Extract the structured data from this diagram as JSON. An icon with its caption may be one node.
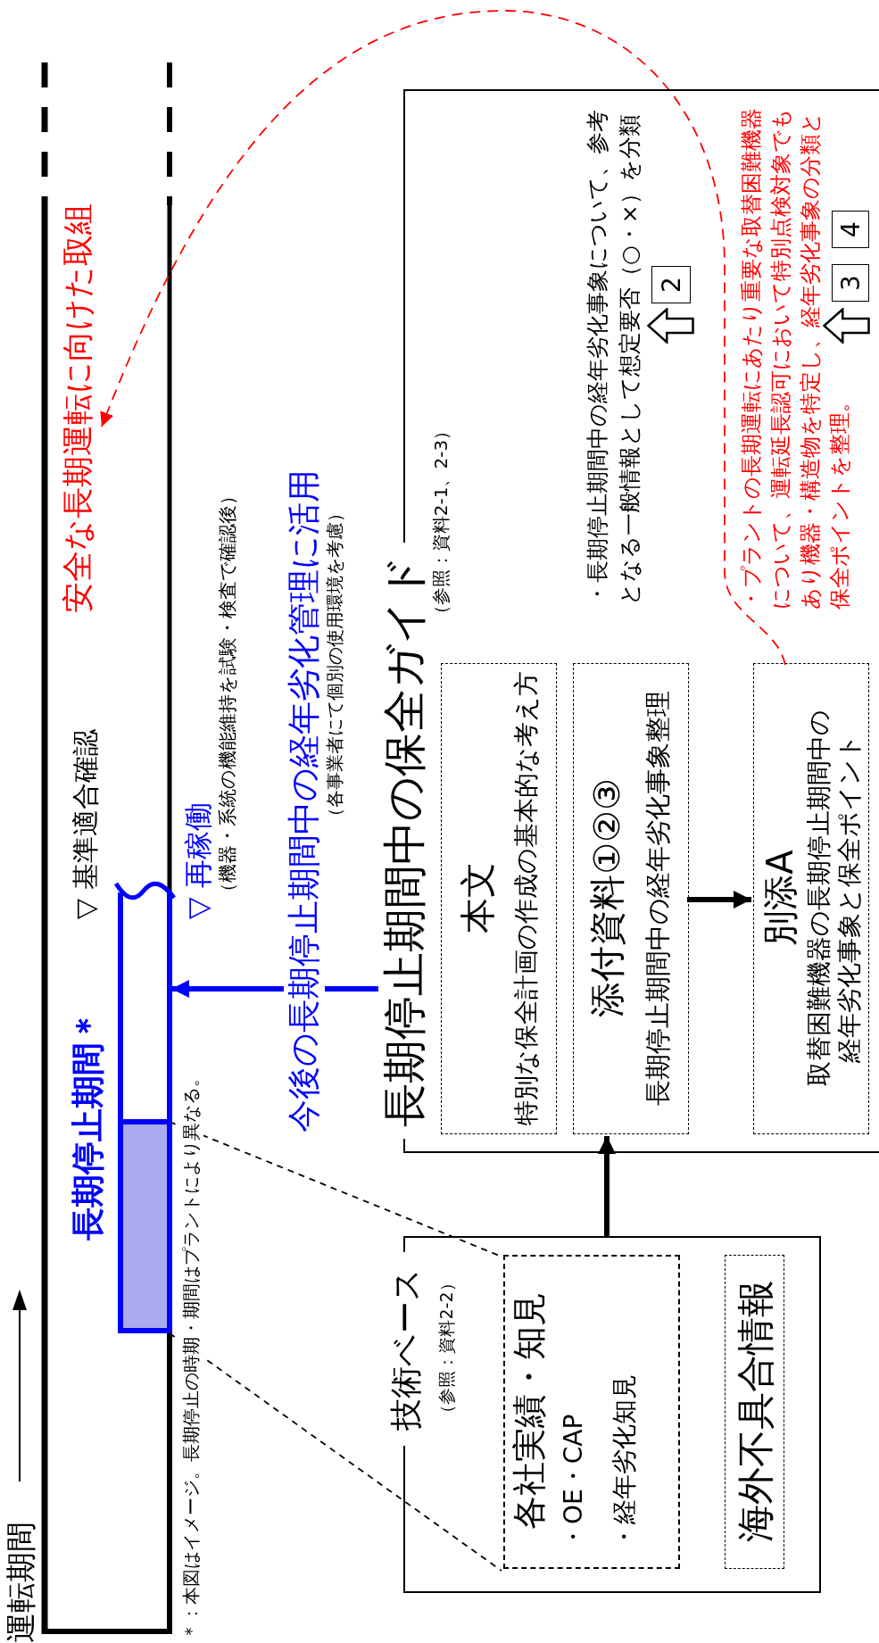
{
  "diagram": {
    "nodes": [
      {
        "text": [
          "安全な長期運転に向けた取組"
        ]
      },
      {
        "text": [],
        "shape": "bar",
        "beside": [
          "長期停止期間＊"
        ]
      },
      {
        "text": [
          "長期停止期間中の保全ガイド",
          "（参照：資料2-1、2-3）"
        ]
      },
      {
        "text": [
          "本文",
          "特別な保全計画の作成の基本的な考え方"
        ],
        "in": 2
      },
      {
        "text": [
          "添付資料①②③",
          "長期停止期間中の経年劣化事象整理"
        ],
        "in": 2
      },
      {
        "text": [
          "別添A",
          "取替困難機器の長期停止期間中の経年劣化事象と保全ポイント"
        ],
        "in": 2
      },
      {
        "text": [
          "2"
        ],
        "in": 2
      },
      {
        "text": [
          "4"
        ],
        "in": 2
      },
      {
        "text": [
          "3"
        ],
        "in": 2
      },
      {
        "text": [
          "技術ベース",
          "（参照：資料2-2）"
        ]
      },
      {
        "text": [
          "各社実績・知見",
          "・OE・CAP",
          "・経年劣化知見"
        ],
        "in": 9
      },
      {
        "text": [
          "海外不具合情報"
        ],
        "in": 9
      }
    ],
    "edges": [
      {
        "from": 2,
        "to": 1,
        "arrow": "to",
        "label": "今後の長期停止期間中の経年劣化管理に活用",
        "style": "thick",
        "color": "#0000ff"
      },
      {
        "from": 9,
        "to": 4,
        "arrow": "to",
        "style": "thick"
      },
      {
        "from": 4,
        "to": 5,
        "arrow": "to",
        "style": "thick"
      },
      {
        "from": 5,
        "to": 0,
        "arrow": "to",
        "style": "dashed",
        "color": "#ff0000"
      },
      {
        "from": 1,
        "to": 10,
        "arrow": "none",
        "style": "dashed"
      },
      {
        "from": 1,
        "to": 10,
        "arrow": "none",
        "style": "dashed"
      }
    ],
    "labels": [
      "運転期間",
      "▽ 基準適合確認",
      "▽ 再稼働",
      "（機器・系統の機能維持を試験・検査で確認後）",
      "（各事業者にて個別の使用環境を考慮）",
      "＊：本図はイメージ。長期停止の時期・期間はプラントにより異なる。",
      "・長期停止期間中の経年劣化事象について、参考となる一般情報として想定要否（○・×）を分類",
      "・プラントの長期運転にあたり重要な取替困難機器について、運転延長認可において特別点検対象でもあり機器・構造物を特定し、経年劣化事象の分類と保全ポイントを整理。"
    ]
  }
}
